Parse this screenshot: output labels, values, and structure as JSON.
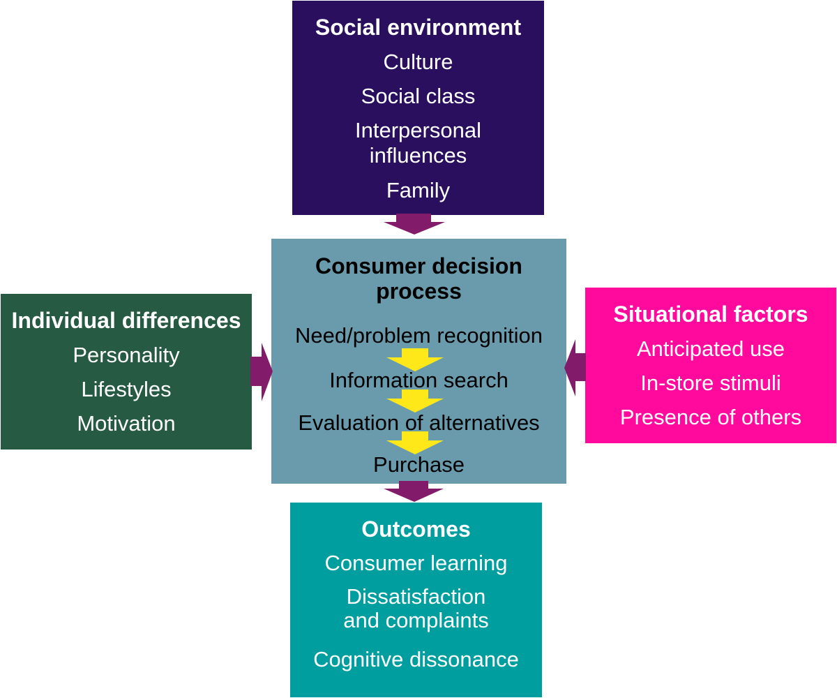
{
  "social_environment": {
    "title": "Social environment",
    "items": [
      "Culture",
      "Social class",
      "Interpersonal influences",
      "Family"
    ],
    "color": "#2a0f5e"
  },
  "consumer_decision_process": {
    "title": "Consumer decision process",
    "steps": [
      "Need/problem recognition",
      "Information search",
      "Evaluation of alternatives",
      "Purchase"
    ],
    "color": "#6a9bad"
  },
  "individual_differences": {
    "title": "Individual differences",
    "items": [
      "Personality",
      "Lifestyles",
      "Motivation"
    ],
    "color": "#265a43"
  },
  "situational_factors": {
    "title": "Situational factors",
    "items": [
      "Anticipated use",
      "In-store stimuli",
      "Presence of others"
    ],
    "color": "#ff0a9c"
  },
  "outcomes": {
    "title": "Outcomes",
    "items": [
      "Consumer learning",
      "Dissatisfaction and complaints",
      "Cognitive dissonance"
    ],
    "color": "#009e9f"
  },
  "arrow_colors": {
    "influence": "#821c6a",
    "step": "#ffe81a"
  }
}
